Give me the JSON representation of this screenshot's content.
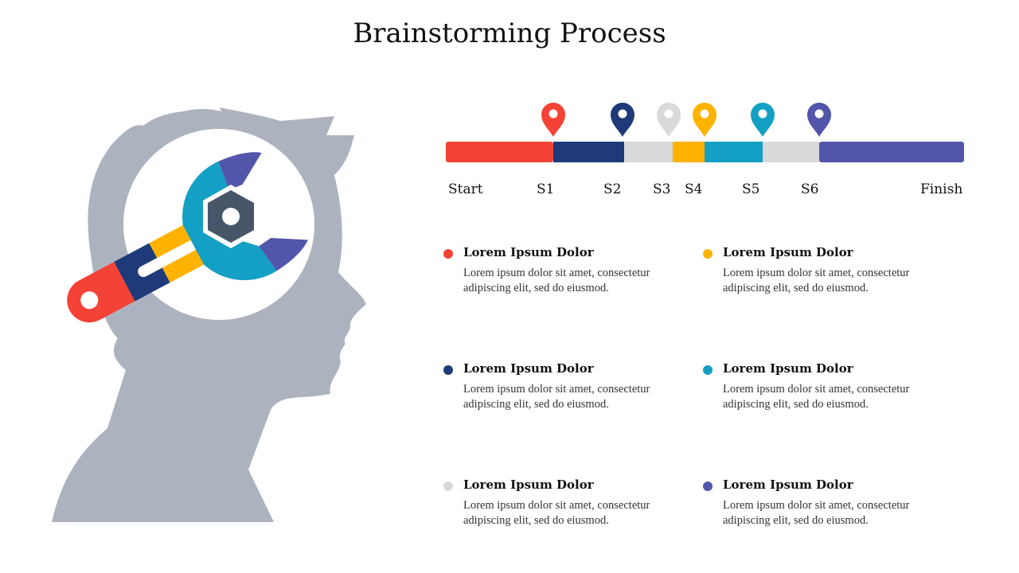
{
  "title": "Brainstorming Process",
  "colors": {
    "red": "#F44336",
    "navy": "#1F3A78",
    "lightgray": "#D9D9D9",
    "yellow": "#FFB300",
    "teal": "#14A0C4",
    "purple": "#5156AA",
    "silhouette": "#ADB3BE",
    "nut": "#475569"
  },
  "timeline": {
    "start_label": "Start",
    "finish_label": "Finish",
    "stages": [
      {
        "label": "S1",
        "color": "#F44336"
      },
      {
        "label": "S2",
        "color": "#1F3A78"
      },
      {
        "label": "S3",
        "color": "#D9D9D9"
      },
      {
        "label": "S4",
        "color": "#FFB300"
      },
      {
        "label": "S5",
        "color": "#14A0C4"
      },
      {
        "label": "S6",
        "color": "#5156AA"
      }
    ]
  },
  "items": [
    {
      "title": "Lorem Ipsum Dolor",
      "text": "Lorem ipsum dolor sit amet, consectetur adipiscing elit, sed do eiusmod.",
      "color": "#F44336"
    },
    {
      "title": "Lorem Ipsum Dolor",
      "text": "Lorem ipsum dolor sit amet, consectetur adipiscing elit, sed do eiusmod.",
      "color": "#FFB300"
    },
    {
      "title": "Lorem Ipsum Dolor",
      "text": "Lorem ipsum dolor sit amet, consectetur adipiscing elit, sed do eiusmod.",
      "color": "#1F3A78"
    },
    {
      "title": "Lorem Ipsum Dolor",
      "text": "Lorem ipsum dolor sit amet, consectetur adipiscing elit, sed do eiusmod.",
      "color": "#14A0C4"
    },
    {
      "title": "Lorem Ipsum Dolor",
      "text": "Lorem ipsum dolor sit amet, consectetur adipiscing elit, sed do eiusmod.",
      "color": "#D9D9D9"
    },
    {
      "title": "Lorem Ipsum Dolor",
      "text": "Lorem ipsum dolor sit amet, consectetur adipiscing elit, sed do eiusmod.",
      "color": "#5156AA"
    }
  ],
  "icons": {
    "head": "head-silhouette-icon",
    "wrench": "wrench-icon",
    "nut": "hex-nut-icon",
    "pin": "map-pin-icon"
  }
}
